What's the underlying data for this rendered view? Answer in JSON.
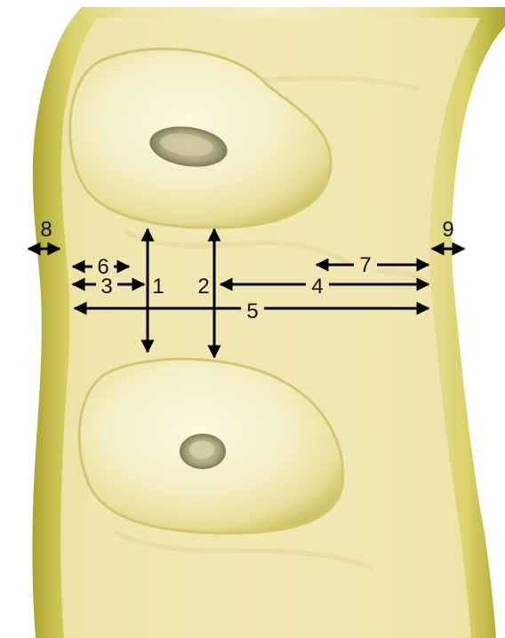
{
  "diagram": {
    "labels": {
      "l1": "1",
      "l2": "2",
      "l3": "3",
      "l4": "4",
      "l5": "5",
      "l6": "6",
      "l7": "7",
      "l8": "8",
      "l9": "9"
    },
    "colors": {
      "wall_outer": "#b9b33a",
      "wall_inner": "#e4d98b",
      "interior": "#efe7b3",
      "seed_body": "#f6f2c8",
      "seed_rim": "#d8d07d",
      "hilum": "#8f8c62",
      "arrow": "#000000"
    }
  }
}
